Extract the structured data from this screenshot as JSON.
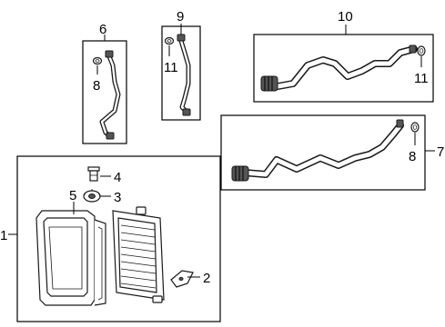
{
  "callouts": {
    "c1": "1",
    "c2": "2",
    "c3": "3",
    "c4": "4",
    "c5": "5",
    "c6": "6",
    "c7": "7",
    "c8a": "8",
    "c8b": "8",
    "c9": "9",
    "c10": "10",
    "c11a": "11",
    "c11b": "11"
  }
}
